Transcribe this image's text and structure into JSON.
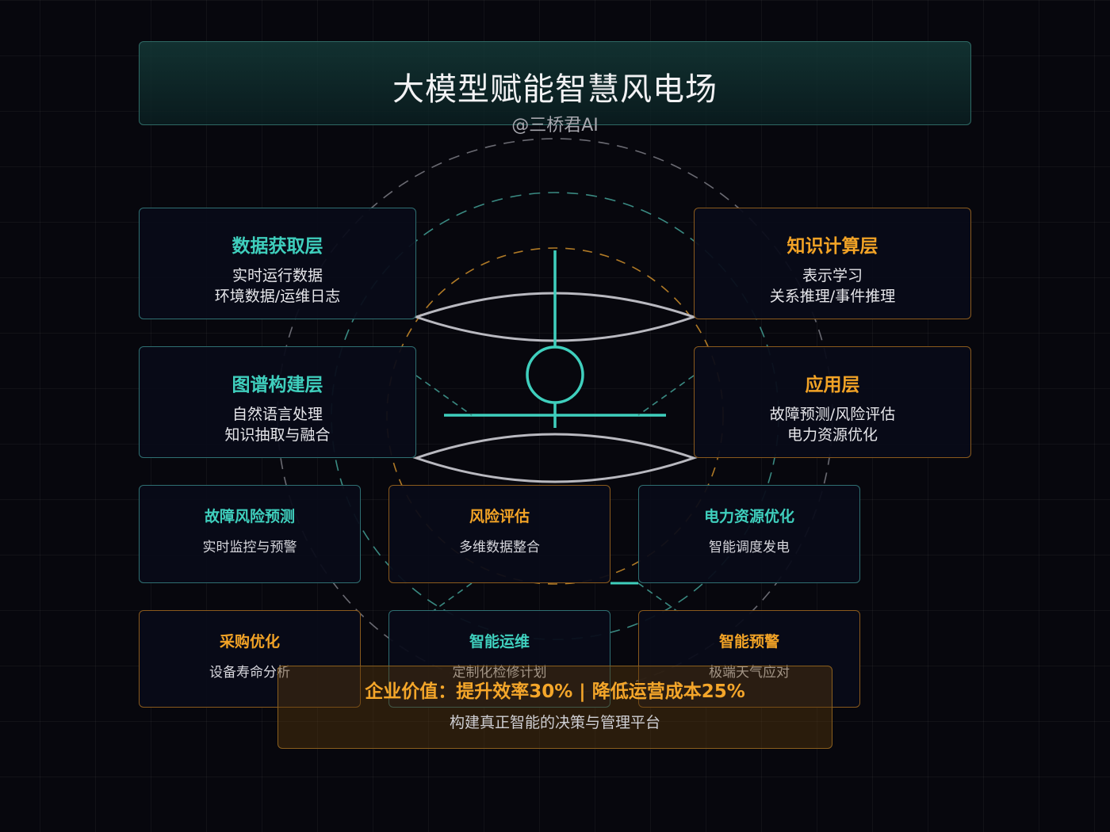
{
  "header": {
    "title": "大模型赋能智慧风电场",
    "author": "@三桥君AI"
  },
  "layers": {
    "data_acquisition": {
      "name": "数据获取层",
      "line1": "实时运行数据",
      "line2": "环境数据/运维日志"
    },
    "knowledge_computing": {
      "name": "知识计算层",
      "line1": "表示学习",
      "line2": "关系推理/事件推理"
    },
    "graph_building": {
      "name": "图谱构建层",
      "line1": "自然语言处理",
      "line2": "知识抽取与融合"
    },
    "application": {
      "name": "应用层",
      "line1": "故障预测/风险评估",
      "line2": "电力资源优化"
    }
  },
  "cards": {
    "fault_risk": {
      "name": "故障风险预测",
      "desc": "实时监控与预警"
    },
    "risk_eval": {
      "name": "风险评估",
      "desc": "多维数据整合"
    },
    "power_opt": {
      "name": "电力资源优化",
      "desc": "智能调度发电"
    },
    "procurement": {
      "name": "采购优化",
      "desc": "设备寿命分析"
    },
    "smart_ops": {
      "name": "智能运维",
      "desc": "定制化检修计划"
    },
    "smart_alert": {
      "name": "智能预警",
      "desc": "极端天气应对"
    }
  },
  "banner": {
    "value": "企业价值：提升效率30% | 降低运营成本25%",
    "sub": "构建真正智能的决策与管理平台"
  },
  "colors": {
    "teal_accent": "#3fcfbd",
    "orange_accent": "#f2a326",
    "background": "#07070d"
  }
}
